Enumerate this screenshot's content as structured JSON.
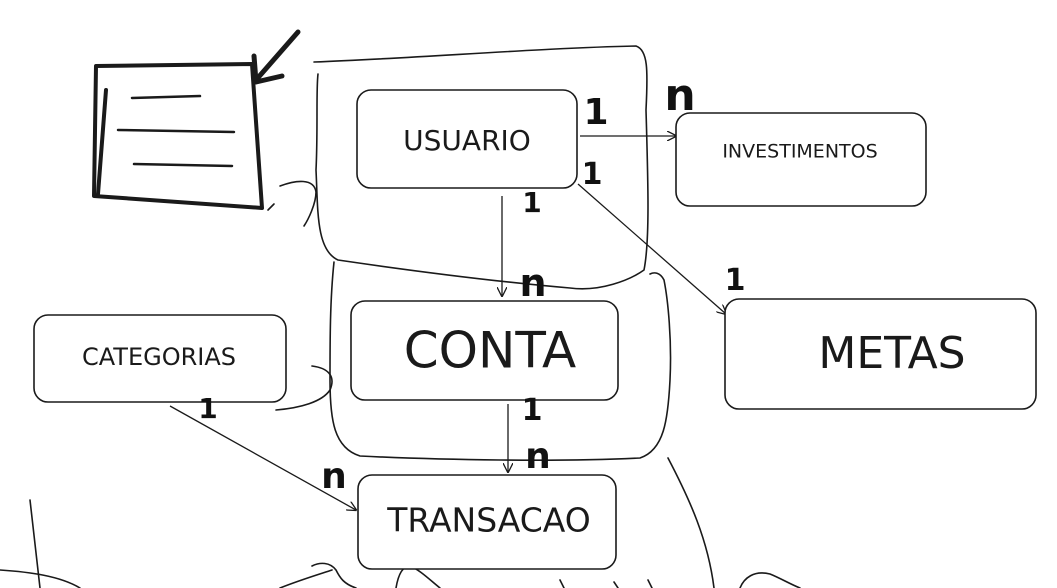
{
  "diagram": {
    "entities": {
      "usuario": "USUARIO",
      "investimentos": "INVESTIMENTOS",
      "conta": "CONTA",
      "metas": "METAS",
      "categorias": "CATEGORIAS",
      "transacao": "TRANSACAO"
    },
    "cardinalities": {
      "usuario_investimentos_from": "1",
      "usuario_investimentos_to": "n",
      "usuario_metas_from": "1",
      "usuario_metas_to": "1",
      "usuario_conta_from": "1",
      "usuario_conta_to": "n",
      "conta_transacao_from": "1",
      "conta_transacao_to": "n",
      "categorias_transacao_from": "1",
      "categorias_transacao_to": "n"
    },
    "colors": {
      "stroke": "#1a1a1a",
      "background": "#ffffff"
    }
  }
}
